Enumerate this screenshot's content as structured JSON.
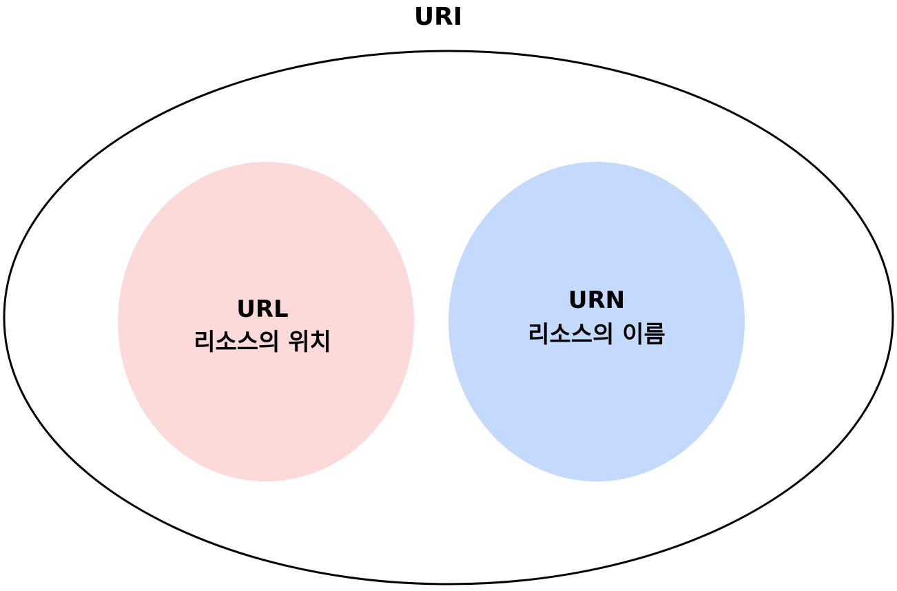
{
  "diagram": {
    "title": "URI",
    "outer": {
      "fill": "#ffffff",
      "stroke": "#000000"
    },
    "url": {
      "name": "URL",
      "description": "리소스의 위치",
      "fill": "#fddada"
    },
    "urn": {
      "name": "URN",
      "description": "리소스의 이름",
      "fill": "#c3dafc"
    }
  }
}
